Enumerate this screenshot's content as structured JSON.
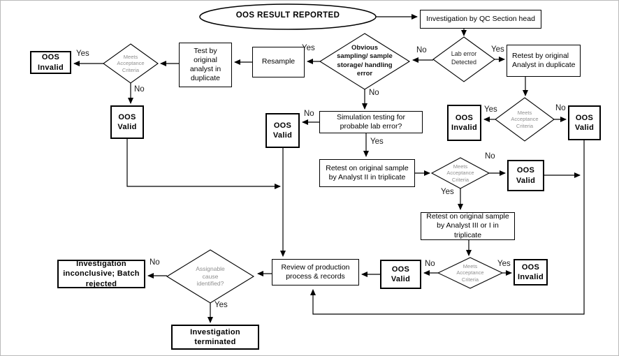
{
  "nodes": {
    "start": "OOS RESULT REPORTED",
    "investigation_qc": "Investigation by QC Section head",
    "lab_error": "Lab error\nDetected",
    "retest_original": "Retest by original\nAnalyst in duplicate",
    "obvious_error": "Obvious\nsampling/ sample\nstorage/ handling\nerror",
    "resample": "Resample",
    "test_by_original": "Test by\noriginal\nanalyst in\nduplicate",
    "meets_criteria": "Meets\nAcceptance\nCriteria",
    "oos_invalid": "OOS\nInvalid",
    "oos_valid": "OOS\nValid",
    "simulation": "Simulation testing for\nprobable lab error?",
    "retest_analyst2": "Retest on original sample\nby Analyst II in triplicate",
    "retest_analyst3": "Retest on original sample\nby Analyst III or I in\ntriplicate",
    "review": "Review of production\nprocess & records",
    "assignable": "Assignable\ncause\nidentified?",
    "inconclusive": "Investigation\ninconclusive; Batch\nrejected",
    "terminated": "Investigation\nterminated"
  },
  "edge_labels": {
    "yes": "Yes",
    "no": "No"
  }
}
